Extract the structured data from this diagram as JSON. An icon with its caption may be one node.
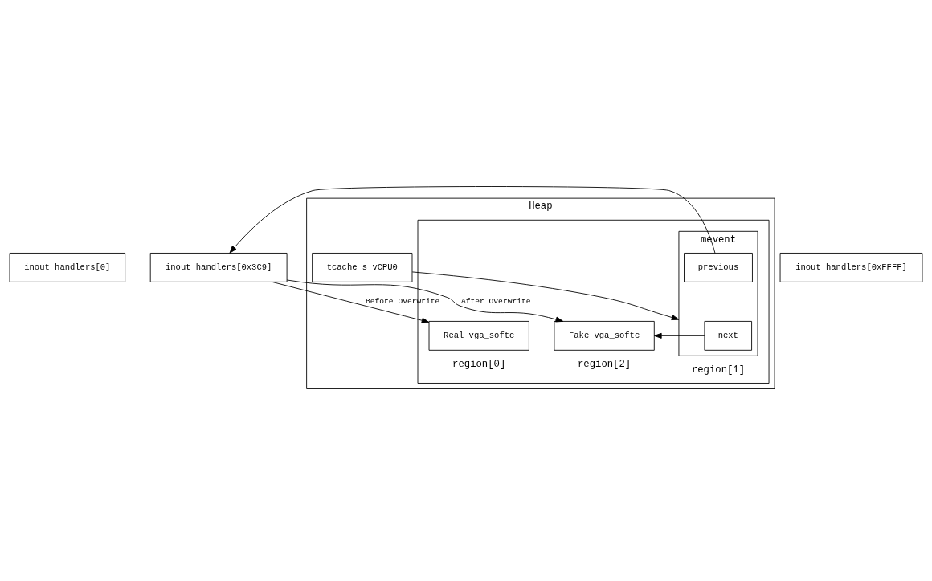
{
  "diagram": {
    "nodes": [
      {
        "text": [
          "inout_handlers[0]"
        ]
      },
      {
        "text": [
          "inout_handlers[0x3C9]"
        ]
      },
      {
        "text": [
          "inout_handlers[0xFFFF]"
        ]
      },
      {
        "text": [
          "Heap"
        ]
      },
      {
        "text": [],
        "shape": "box",
        "in": 3
      },
      {
        "text": [
          "Real vga_softc"
        ],
        "beside": [
          "region[0]"
        ],
        "in": 4
      },
      {
        "text": [
          "mevent"
        ],
        "beside": [
          "region[1]"
        ],
        "in": 4
      },
      {
        "text": [
          "next"
        ],
        "in": 6
      },
      {
        "text": [
          "previous"
        ],
        "in": 6
      },
      {
        "text": [
          "Fake vga_softc"
        ],
        "beside": [
          "region[2]"
        ],
        "in": 4
      },
      {
        "text": [
          "tcache_s vCPU0"
        ],
        "in": 3
      }
    ],
    "edges": [
      {
        "from": 1,
        "to": 5,
        "arrow": "to",
        "label": "Before Overwrite"
      },
      {
        "from": 1,
        "to": 9,
        "arrow": "to",
        "label": "After Overwrite"
      },
      {
        "from": 8,
        "to": 1,
        "arrow": "to"
      },
      {
        "from": 7,
        "to": 9,
        "arrow": "to"
      },
      {
        "from": 10,
        "to": 6,
        "arrow": "to"
      }
    ]
  }
}
